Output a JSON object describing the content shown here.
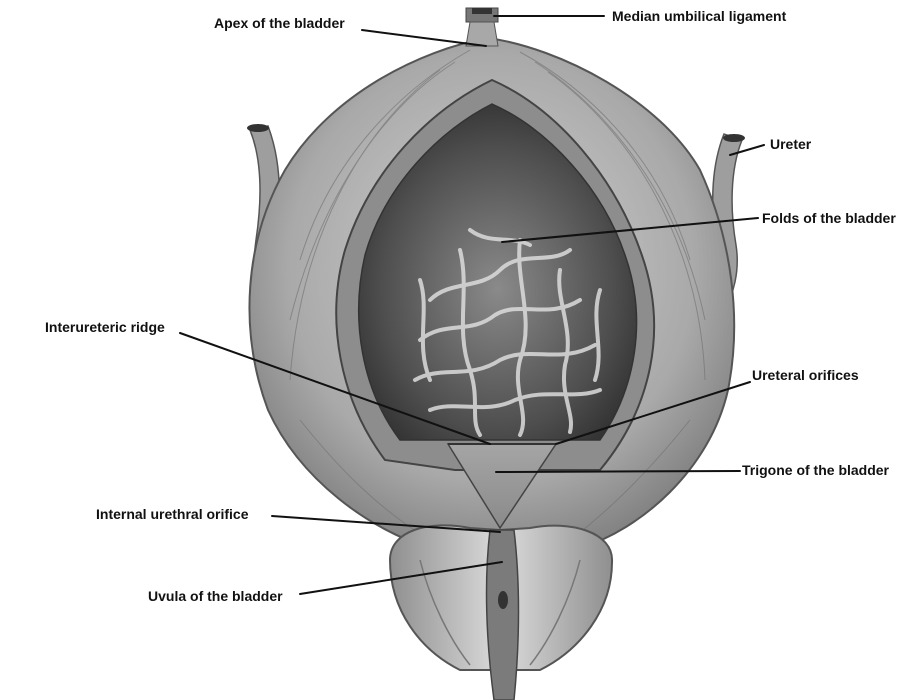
{
  "labels": {
    "median_umbilical_ligament": "Median umbilical ligament",
    "apex_of_the_bladder": "Apex of the bladder",
    "ureter": "Ureter",
    "folds_of_the_bladder": "Folds of the bladder",
    "interureteric_ridge": "Interureteric ridge",
    "ureteral_orifices": "Ureteral orifices",
    "trigone_of_the_bladder": "Trigone of the bladder",
    "internal_urethral_orifice": "Internal urethral orifice",
    "uvula_of_the_bladder": "Uvula of the bladder"
  },
  "colors": {
    "text": "#111111",
    "outer_wall": "#b3b3b3",
    "inner_wall": "#9a9a9a",
    "lumen": "#5e5e5e",
    "folds": "#d9d9d9",
    "trigone": "#9c9c9c",
    "prostate": "#c4c4c4"
  }
}
